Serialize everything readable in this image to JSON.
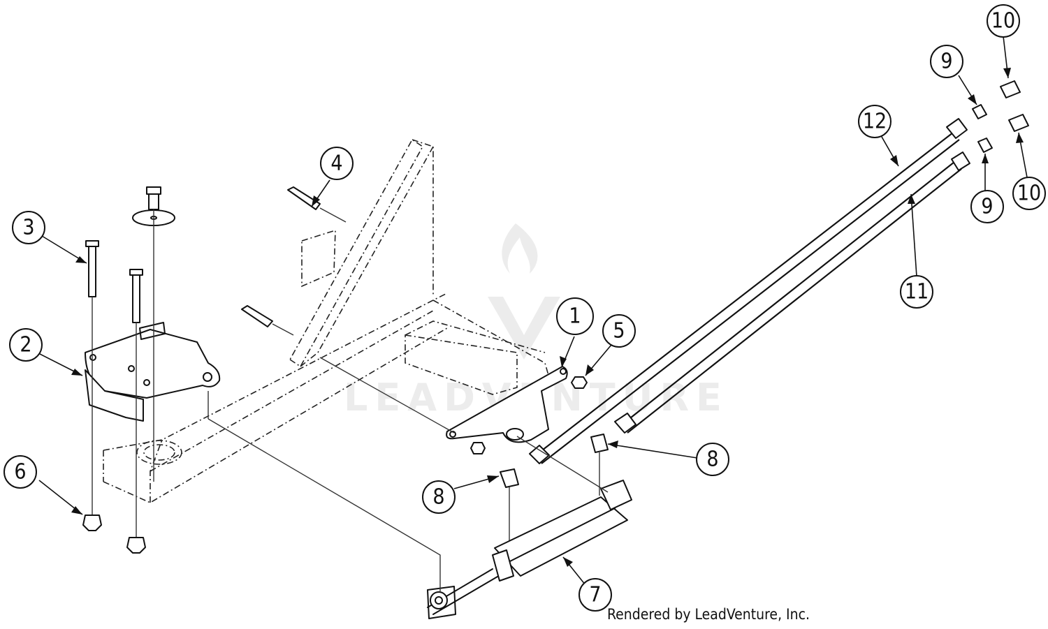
{
  "watermark": {
    "text": "LEADVENTURE"
  },
  "credit": "Rendered by LeadVenture, Inc.",
  "callouts": [
    {
      "id": "1",
      "label": "1"
    },
    {
      "id": "2",
      "label": "2"
    },
    {
      "id": "3",
      "label": "3"
    },
    {
      "id": "4",
      "label": "4"
    },
    {
      "id": "5",
      "label": "5"
    },
    {
      "id": "6",
      "label": "6"
    },
    {
      "id": "7",
      "label": "7"
    },
    {
      "id": "8a",
      "label": "8"
    },
    {
      "id": "8b",
      "label": "8"
    },
    {
      "id": "9a",
      "label": "9"
    },
    {
      "id": "9b",
      "label": "9"
    },
    {
      "id": "10a",
      "label": "10"
    },
    {
      "id": "10b",
      "label": "10"
    },
    {
      "id": "11",
      "label": "11"
    },
    {
      "id": "12",
      "label": "12"
    }
  ]
}
